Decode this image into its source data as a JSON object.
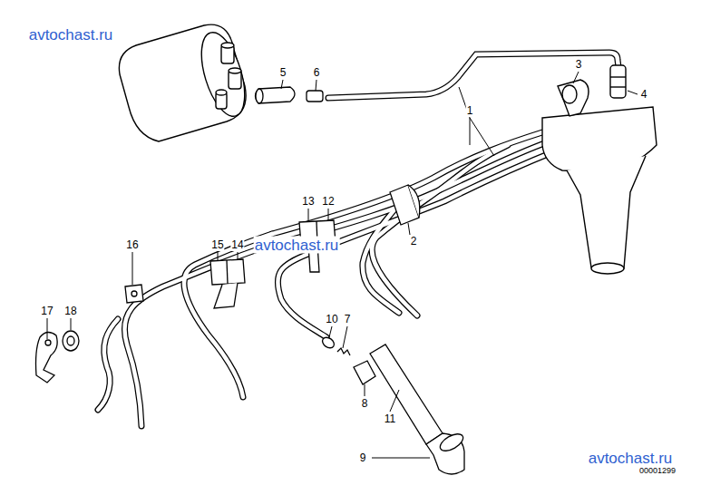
{
  "diagram": {
    "labels": [
      "avtochast.ru",
      "3",
      "5",
      "6",
      "4",
      "1",
      "13",
      "12",
      "avtochast.ru",
      "2",
      "16",
      "15",
      "14",
      "10",
      "7",
      "17",
      "18",
      "8",
      "11",
      "9",
      "avtochast.ru",
      "00001299"
    ]
  }
}
